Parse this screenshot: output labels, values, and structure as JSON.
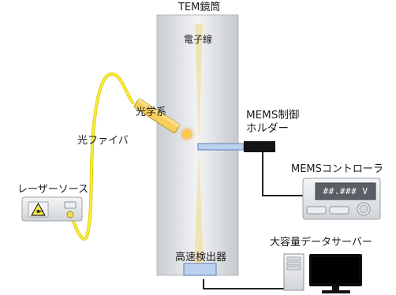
{
  "labels": {
    "column_title": "TEM鏡筒",
    "electron_beam": "電子線",
    "optics": "光学系",
    "fiber": "光ファイバ",
    "mems_holder_line1": "MEMS制御",
    "mems_holder_line2": "ホルダー",
    "mems_controller": "MEMSコントローラ",
    "laser_source": "レーザーソース",
    "detector": "高速検出器",
    "data_server": "大容量データサーバー"
  },
  "controller_display": "##.### V",
  "colors": {
    "column": "#e3e6e9",
    "beam": "#f3e6b8",
    "fiber": "#f0e000",
    "optics": "#f5c84a",
    "laser_spot": "#ff9a2a",
    "holder": "#b8cfee",
    "holder_rod": "#111111",
    "detector": "#b8cfee",
    "device_body": "#e4e6e8",
    "display_bg": "#5a5f66",
    "cable": "#222222"
  },
  "icons": [
    "laser-warning-icon"
  ]
}
